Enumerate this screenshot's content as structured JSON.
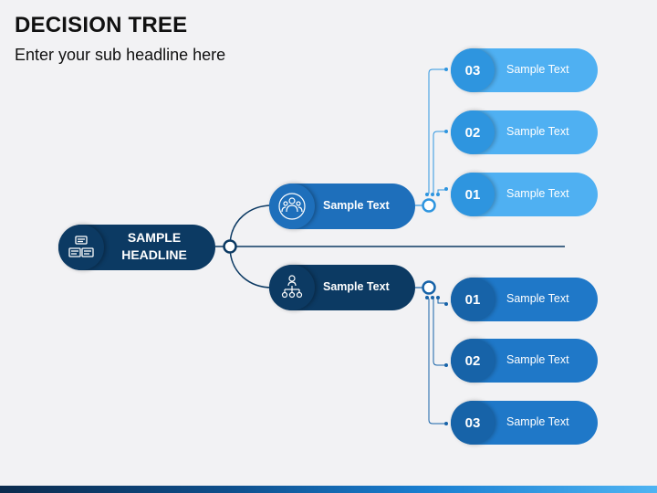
{
  "header": {
    "title": "DECISION TREE",
    "subtitle": "Enter your sub headline here"
  },
  "root": {
    "headline": "SAMPLE HEADLINE",
    "icon": "decision-tree-boxes-icon",
    "color": "#0c3a63"
  },
  "branches": [
    {
      "label": "Sample Text",
      "icon": "team-icon",
      "color": "#1e6fbb",
      "items": [
        {
          "number": "03",
          "label": "Sample Text"
        },
        {
          "number": "02",
          "label": "Sample Text"
        },
        {
          "number": "01",
          "label": "Sample Text"
        }
      ],
      "item_color": "#4fb0f2",
      "item_circle_color": "#2e95df"
    },
    {
      "label": "Sample Text",
      "icon": "org-chart-icon",
      "color": "#0c3a63",
      "items": [
        {
          "number": "01",
          "label": "Sample Text"
        },
        {
          "number": "02",
          "label": "Sample Text"
        },
        {
          "number": "03",
          "label": "Sample Text"
        }
      ],
      "item_color": "#1f78c8",
      "item_circle_color": "#1763a8"
    }
  ]
}
